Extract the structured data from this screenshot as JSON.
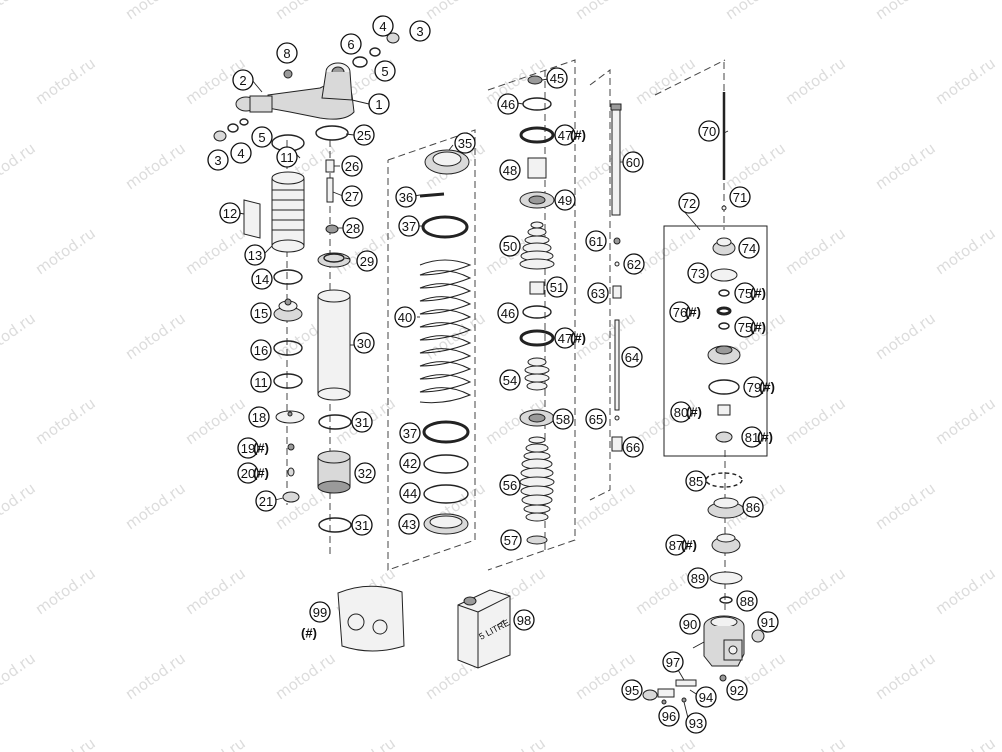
{
  "watermark": "motod.ru",
  "parts": [
    {
      "id": "1"
    },
    {
      "id": "2"
    },
    {
      "id": "3"
    },
    {
      "id": "4"
    },
    {
      "id": "5"
    },
    {
      "id": "6"
    },
    {
      "id": "8"
    },
    {
      "id": "11"
    },
    {
      "id": "12"
    },
    {
      "id": "13"
    },
    {
      "id": "14"
    },
    {
      "id": "15"
    },
    {
      "id": "16"
    },
    {
      "id": "18"
    },
    {
      "id": "19",
      "hash": "(#)"
    },
    {
      "id": "20",
      "hash": "(#)"
    },
    {
      "id": "21"
    },
    {
      "id": "25"
    },
    {
      "id": "26"
    },
    {
      "id": "27"
    },
    {
      "id": "28"
    },
    {
      "id": "29"
    },
    {
      "id": "30"
    },
    {
      "id": "31"
    },
    {
      "id": "32"
    },
    {
      "id": "35"
    },
    {
      "id": "36"
    },
    {
      "id": "37"
    },
    {
      "id": "40"
    },
    {
      "id": "42"
    },
    {
      "id": "43"
    },
    {
      "id": "44"
    },
    {
      "id": "45"
    },
    {
      "id": "46"
    },
    {
      "id": "47",
      "hash": "(#)"
    },
    {
      "id": "48"
    },
    {
      "id": "49"
    },
    {
      "id": "50"
    },
    {
      "id": "51"
    },
    {
      "id": "54"
    },
    {
      "id": "56"
    },
    {
      "id": "57"
    },
    {
      "id": "58"
    },
    {
      "id": "60"
    },
    {
      "id": "61"
    },
    {
      "id": "62"
    },
    {
      "id": "63"
    },
    {
      "id": "64"
    },
    {
      "id": "65"
    },
    {
      "id": "66"
    },
    {
      "id": "70"
    },
    {
      "id": "71"
    },
    {
      "id": "72"
    },
    {
      "id": "73"
    },
    {
      "id": "74"
    },
    {
      "id": "75",
      "hash": "(#)"
    },
    {
      "id": "76",
      "hash": "(#)"
    },
    {
      "id": "79",
      "hash": "(#)"
    },
    {
      "id": "80",
      "hash": "(#)"
    },
    {
      "id": "81",
      "hash": "(#)"
    },
    {
      "id": "85"
    },
    {
      "id": "86"
    },
    {
      "id": "87",
      "hash": "(#)"
    },
    {
      "id": "88"
    },
    {
      "id": "89"
    },
    {
      "id": "90"
    },
    {
      "id": "91"
    },
    {
      "id": "92"
    },
    {
      "id": "93"
    },
    {
      "id": "94"
    },
    {
      "id": "95"
    },
    {
      "id": "96"
    },
    {
      "id": "97"
    },
    {
      "id": "98"
    },
    {
      "id": "99",
      "hash": "(#)"
    }
  ],
  "oil_can_label": "5 LITRE"
}
